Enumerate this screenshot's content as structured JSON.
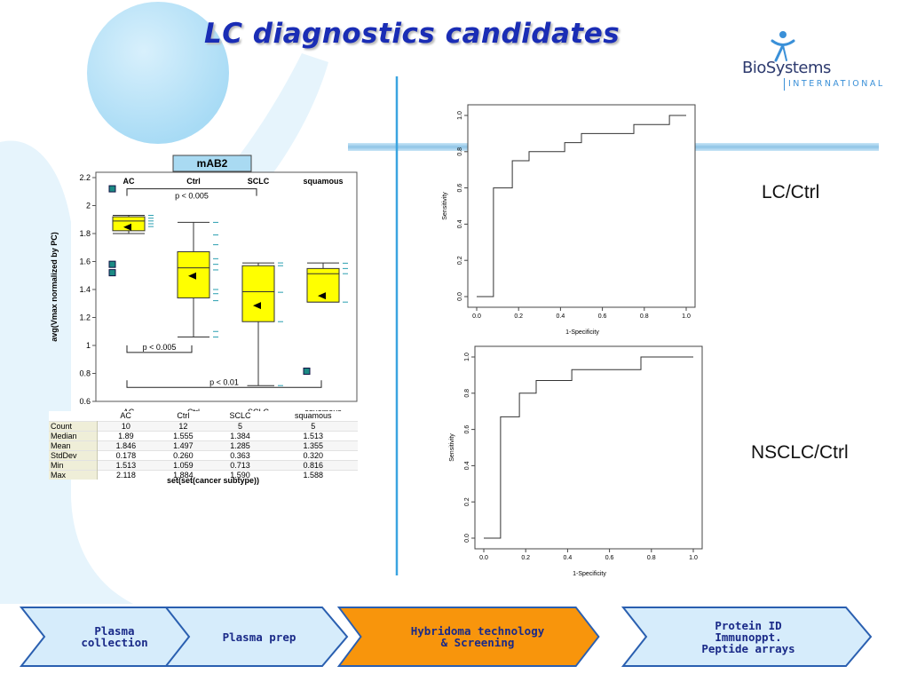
{
  "slide": {
    "title": "LC diagnostics candidates",
    "logo": {
      "main": "BioSystems",
      "sub": "INTERNATIONAL"
    },
    "labels": {
      "roc_top": "LC/Ctrl",
      "roc_bottom": "NSCLC/Ctrl"
    }
  },
  "steps": [
    {
      "label": "Plasma\ncollection",
      "active": false
    },
    {
      "label": "Plasma prep",
      "active": false
    },
    {
      "label": "Hybridoma technology\n& Screening",
      "active": true
    },
    {
      "label": "Protein ID\nImmunoppt.\nPeptide arrays",
      "active": false
    }
  ],
  "colors": {
    "title": "#1a2db5",
    "step_fill": "#d6ecfb",
    "step_active_fill": "#f8950c",
    "step_border": "#2a5fb0",
    "box_fill": "#ffff00",
    "outlier": "#1b8a84",
    "tick_mark": "#2a9fb0"
  },
  "chart_data": [
    {
      "type": "boxplot",
      "title": "mAB2",
      "ylabel": "avg(Vmax normalized by PC)",
      "xlabel": "set(set(cancer subtype))",
      "ylim": [
        0.6,
        2.2
      ],
      "yticks": [
        0.6,
        0.8,
        1,
        1.2,
        1.4,
        1.6,
        1.8,
        2,
        2.2
      ],
      "ytick_labels": [
        "0.6",
        "0.8",
        "1",
        "1.2",
        "1.4",
        "1.6",
        "1.8",
        "2",
        "2.2"
      ],
      "categories": [
        "AC",
        "Ctrl",
        "SCLC",
        "squamous"
      ],
      "boxes": [
        {
          "name": "AC",
          "q1": 1.82,
          "median": 1.89,
          "q3": 1.92,
          "whisker_low": 1.8,
          "whisker_high": 1.93,
          "mean": 1.846,
          "outliers": [
            2.12,
            1.58,
            1.52
          ],
          "points": [
            1.93,
            1.91,
            1.89,
            1.87,
            1.85
          ]
        },
        {
          "name": "Ctrl",
          "q1": 1.34,
          "median": 1.555,
          "q3": 1.67,
          "whisker_low": 1.06,
          "whisker_high": 1.88,
          "mean": 1.497,
          "outliers": [],
          "points": [
            1.88,
            1.79,
            1.72,
            1.62,
            1.58,
            1.54,
            1.4,
            1.37,
            1.32,
            1.1,
            1.06
          ]
        },
        {
          "name": "SCLC",
          "q1": 1.17,
          "median": 1.384,
          "q3": 1.57,
          "whisker_low": 0.713,
          "whisker_high": 1.59,
          "mean": 1.285,
          "outliers": [],
          "points": [
            1.59,
            1.57,
            1.38,
            1.17,
            0.713
          ]
        },
        {
          "name": "squamous",
          "q1": 1.31,
          "median": 1.513,
          "q3": 1.55,
          "whisker_low": 1.31,
          "whisker_high": 1.59,
          "mean": 1.355,
          "outliers": [
            0.816
          ],
          "points": [
            1.588,
            1.55,
            1.513,
            1.31
          ]
        }
      ],
      "annotations": [
        {
          "text": "p < 0.005",
          "from": "AC",
          "to": "SCLC",
          "y": 2.12,
          "side": "top"
        },
        {
          "text": "p < 0.005",
          "from": "AC",
          "to": "Ctrl",
          "y": 0.95,
          "side": "bottom"
        },
        {
          "text": "p < 0.01",
          "from": "AC",
          "to": "squamous",
          "y": 0.7,
          "side": "bottom"
        }
      ],
      "stats_table": {
        "columns": [
          "AC",
          "Ctrl",
          "SCLC",
          "squamous"
        ],
        "rows": [
          {
            "label": "Count",
            "values": [
              "10",
              "12",
              "5",
              "5"
            ]
          },
          {
            "label": "Median",
            "values": [
              "1.89",
              "1.555",
              "1.384",
              "1.513"
            ]
          },
          {
            "label": "Mean",
            "values": [
              "1.846",
              "1.497",
              "1.285",
              "1.355"
            ]
          },
          {
            "label": "StdDev",
            "values": [
              "0.178",
              "0.260",
              "0.363",
              "0.320"
            ]
          },
          {
            "label": "Min",
            "values": [
              "1.513",
              "1.059",
              "0.713",
              "0.816"
            ]
          },
          {
            "label": "Max",
            "values": [
              "2.118",
              "1.884",
              "1.590",
              "1.588"
            ]
          }
        ]
      }
    },
    {
      "type": "line",
      "subtype": "roc-step",
      "label": "LC/Ctrl",
      "xlabel": "1-Specificity",
      "ylabel": "Sensitivity",
      "xlim": [
        0,
        1
      ],
      "ylim": [
        0,
        1
      ],
      "ticks": [
        "0.0",
        "0.2",
        "0.4",
        "0.6",
        "0.8",
        "1.0"
      ],
      "x": [
        0,
        0.08,
        0.08,
        0.17,
        0.17,
        0.25,
        0.25,
        0.42,
        0.42,
        0.5,
        0.5,
        0.75,
        0.75,
        0.92,
        0.92,
        1
      ],
      "y": [
        0,
        0,
        0.6,
        0.6,
        0.75,
        0.75,
        0.8,
        0.8,
        0.85,
        0.85,
        0.9,
        0.9,
        0.95,
        0.95,
        1,
        1
      ]
    },
    {
      "type": "line",
      "subtype": "roc-step",
      "label": "NSCLC/Ctrl",
      "xlabel": "1-Specificity",
      "ylabel": "Sensitivity",
      "xlim": [
        0,
        1
      ],
      "ylim": [
        0,
        1
      ],
      "ticks": [
        "0.0",
        "0.2",
        "0.4",
        "0.6",
        "0.8",
        "1.0"
      ],
      "x": [
        0,
        0.08,
        0.08,
        0.17,
        0.17,
        0.25,
        0.25,
        0.42,
        0.42,
        0.75,
        0.75,
        1
      ],
      "y": [
        0,
        0,
        0.67,
        0.67,
        0.8,
        0.8,
        0.87,
        0.87,
        0.93,
        0.93,
        1,
        1
      ]
    }
  ]
}
